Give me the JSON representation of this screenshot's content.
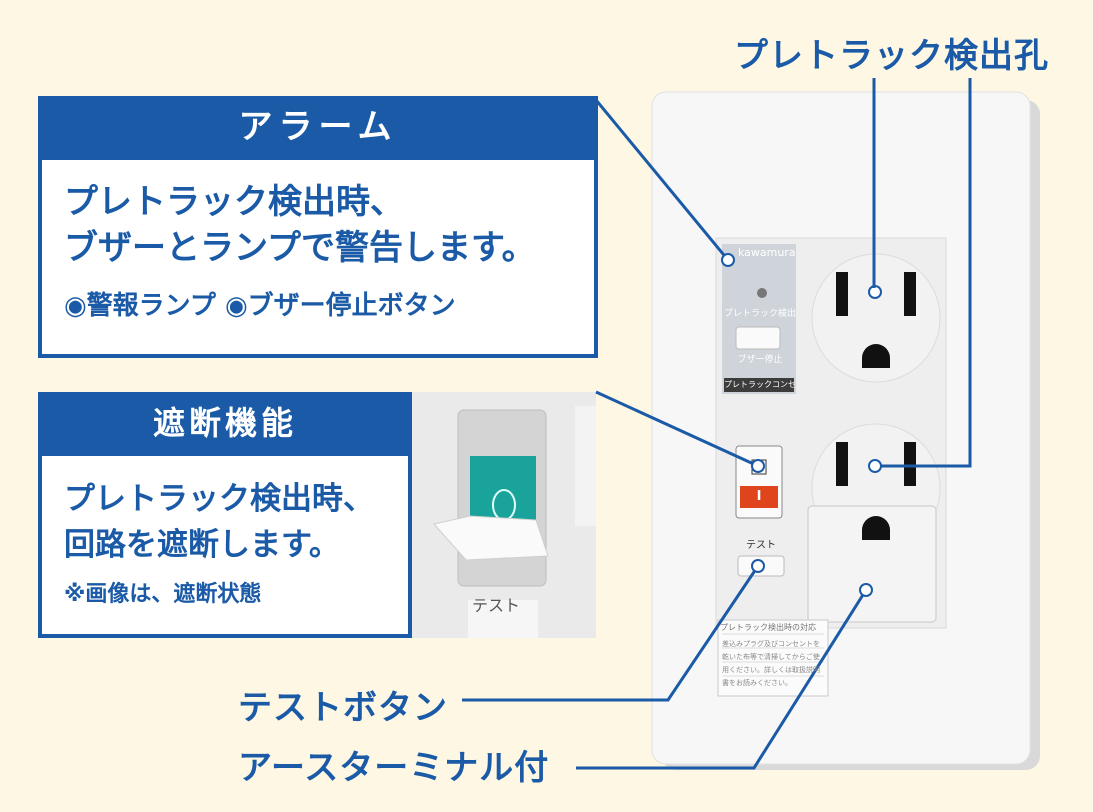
{
  "labels": {
    "detector_holes": "プレトラック検出孔",
    "test_button": "テストボタン",
    "earth_terminal": "アースターミナル付"
  },
  "alarm_panel": {
    "title": "アラーム",
    "line1": "プレトラック検出時、",
    "line2": "ブザーとランプで警告します。",
    "features": "◉警報ランプ ◉ブザー停止ボタン"
  },
  "cutoff_panel": {
    "title": "遮断機能",
    "line1": "プレトラック検出時、",
    "line2": "回路を遮断します。",
    "note": "※画像は、遮断状態"
  },
  "device": {
    "brand": "kawamura",
    "detect_label": "プレトラック検出",
    "buzzer_label": "ブザー停止",
    "product_label": "プレトラックコンセント",
    "test_label": "テスト",
    "reset_label": "I",
    "breaker_label": "O",
    "instruction_title": "プレトラック検出時の対応",
    "instruction_text": "差込みプラグ及びコンセントを乾いた布等で清掃してからご使用ください。詳しくは取扱説明書をお読みください。"
  },
  "colors": {
    "brand_blue": "#1a5aa6",
    "background": "#fdf7e4",
    "reset_red": "#e0441c",
    "breaker_teal": "#1aa39a"
  }
}
